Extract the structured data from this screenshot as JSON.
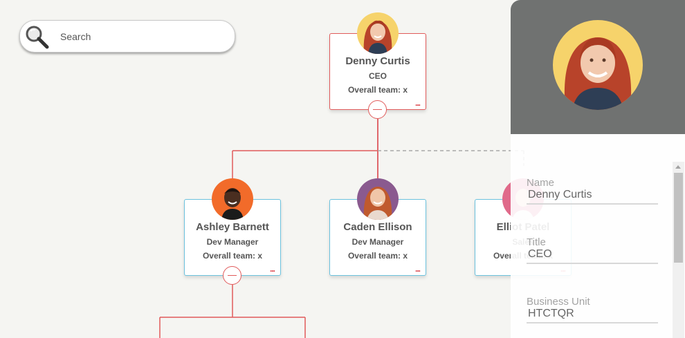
{
  "search": {
    "placeholder": "Search"
  },
  "nodes": [
    {
      "name": "Denny Curtis",
      "title": "CEO",
      "team": "Overall team: x",
      "more": "..."
    },
    {
      "name": "Ashley Barnett",
      "title": "Dev Manager",
      "team": "Overall team: x",
      "more": "..."
    },
    {
      "name": "Caden Ellison",
      "title": "Dev Manager",
      "team": "Overall team: x",
      "more": "..."
    },
    {
      "name": "Elliot Patel",
      "title": "Sales",
      "team": "Overall team: x",
      "more": "..."
    }
  ],
  "details": {
    "name_label": "Name",
    "name_value": "Denny Curtis",
    "title_label": "Title",
    "title_value": "CEO",
    "bu_label": "Business Unit",
    "bu_value": "HTCTQR"
  },
  "colors": {
    "canvas_bg": "#f5f5f2",
    "link_red": "#e05a5a",
    "card_blue_border": "#6bc2de",
    "panel_header": "#707271",
    "avatar_yellow": "#f6d36b",
    "avatar_orange": "#f26b2a",
    "avatar_purple": "#8a5a8f",
    "avatar_pink": "#e06a8a"
  },
  "icons": {
    "search": "magnifier-icon",
    "collapse": "minus-circle-icon",
    "more": "ellipsis-icon"
  }
}
